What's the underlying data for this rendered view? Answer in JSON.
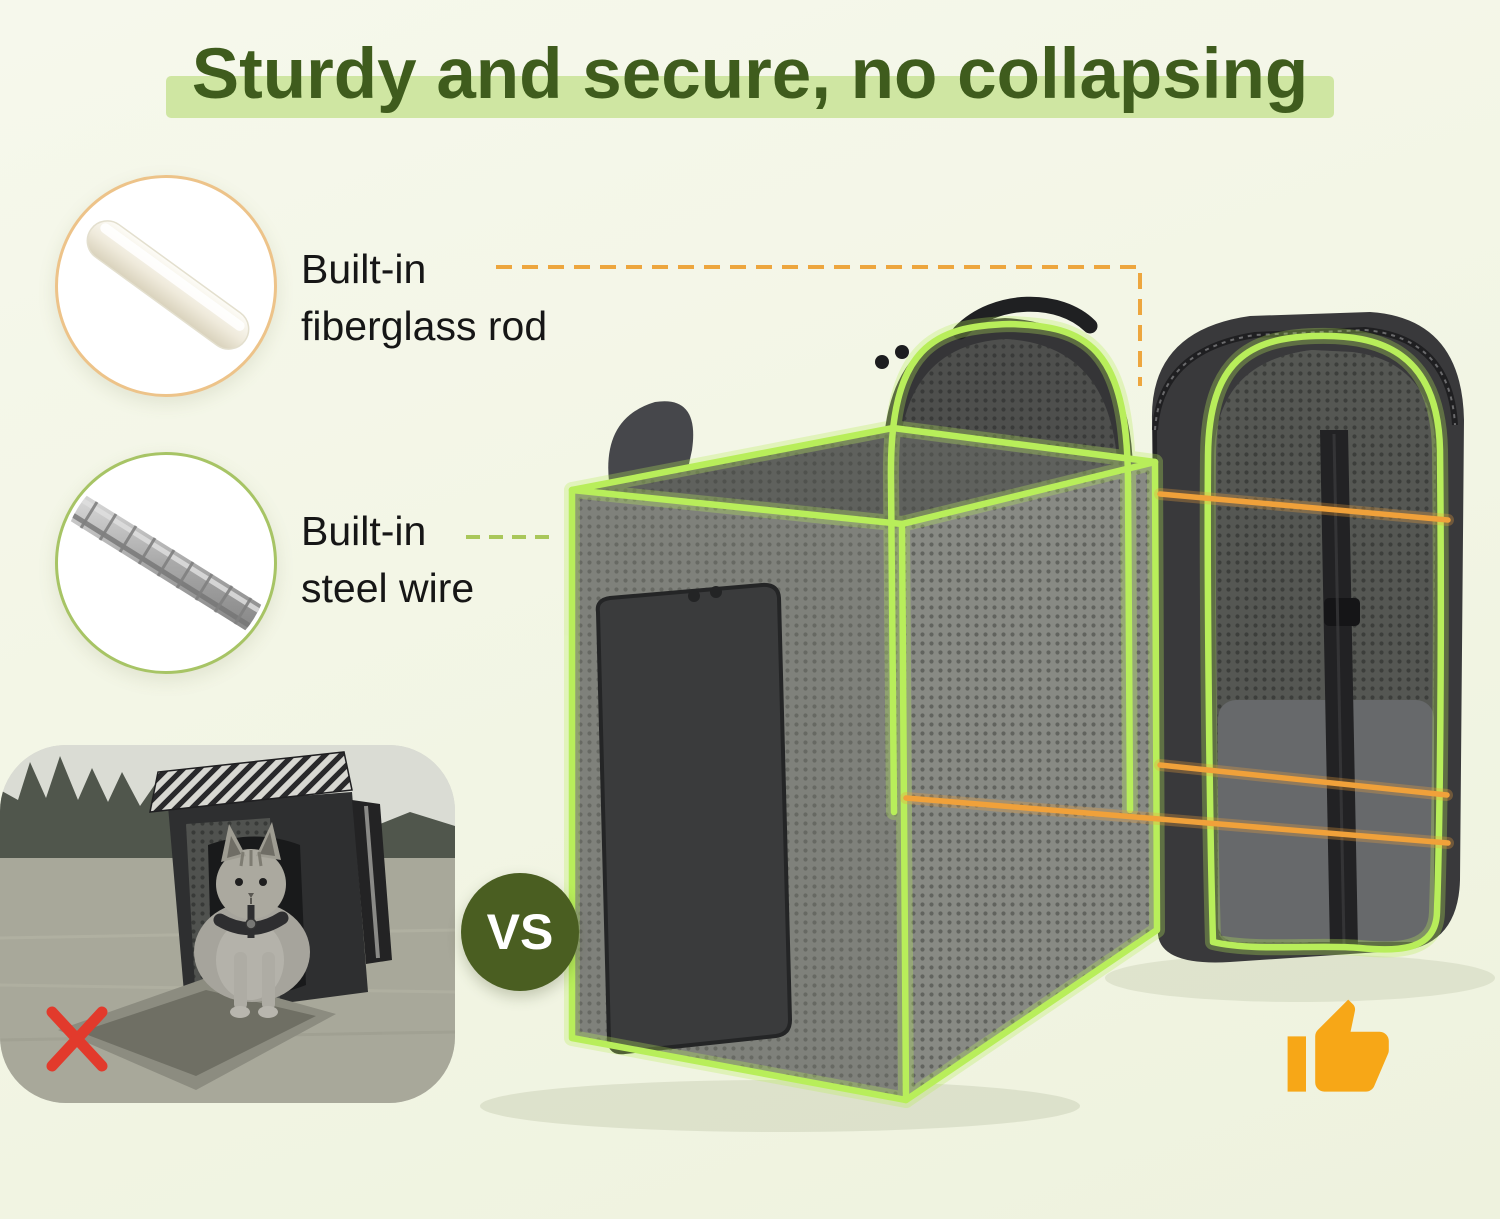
{
  "title": "Sturdy and secure, no collapsing",
  "callouts": {
    "fiberglass": {
      "line1": "Built-in",
      "line2": "fiberglass rod",
      "icon": "fiberglass-rod-icon"
    },
    "steel": {
      "line1": "Built-in",
      "line2": "steel wire",
      "icon": "steel-wire-icon"
    }
  },
  "vs_label": "VS",
  "markers": {
    "bad": "red-x-mark",
    "good": "thumbs-up-icon"
  },
  "colors": {
    "title_text": "#3f5c1d",
    "title_highlight": "#cfe6a2",
    "frame_green": "#b8ee5a",
    "support_orange": "#f0a13a",
    "callout_dash_orange": "#eda63e",
    "callout_dash_green": "#a9c75a",
    "vs_badge_bg": "#4a5e21",
    "bad_x_red": "#e23a2c",
    "thumbs_up_orange": "#f7a717"
  }
}
